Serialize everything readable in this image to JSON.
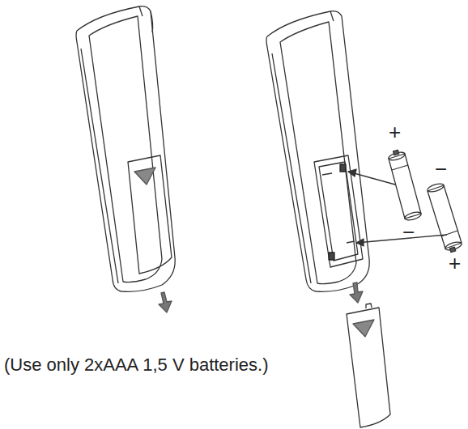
{
  "diagram": {
    "labels": [
      "+",
      "−",
      "−",
      "+",
      "(Use only 2xAAA 1,5 V batteries.)"
    ]
  }
}
